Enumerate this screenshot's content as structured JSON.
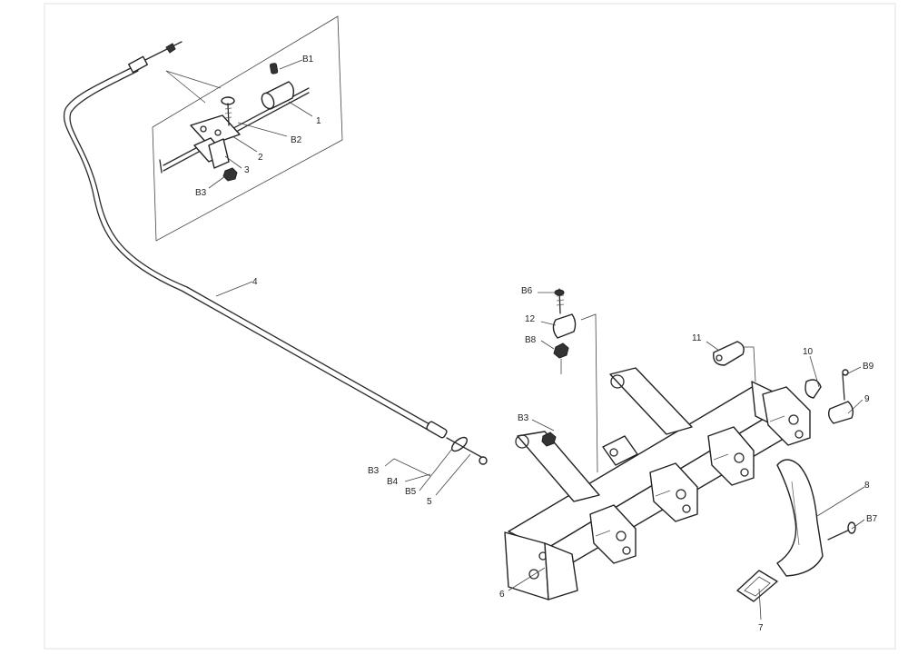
{
  "callouts": {
    "c1": "1",
    "c2": "2",
    "c3": "3",
    "c4": "4",
    "c5": "5",
    "c6": "6",
    "c7": "7",
    "c8": "8",
    "c9": "9",
    "c10": "10",
    "c11": "11",
    "c12": "12",
    "b1": "B1",
    "b2": "B2",
    "b3_top": "B3",
    "b3_mid": "B3",
    "b3_left": "B3",
    "b4": "B4",
    "b5": "B5",
    "b6": "B6",
    "b7": "B7",
    "b8": "B8",
    "b9": "B9"
  }
}
